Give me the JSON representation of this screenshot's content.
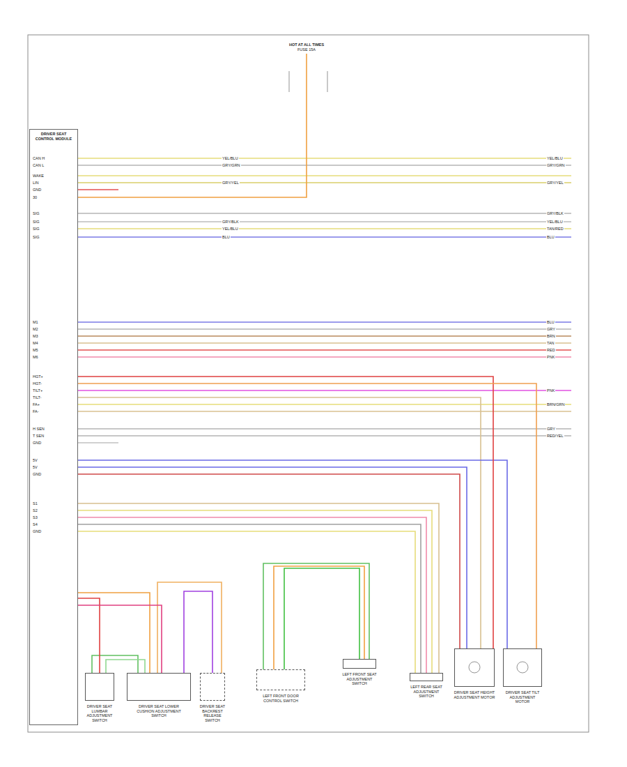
{
  "diagram": {
    "nodes": [
      {
        "text": [
          "HOT AT ALL TIMES",
          "FUSE 15A"
        ]
      },
      {
        "text": [
          "DRIVER SEAT CONTROL MODULE"
        ]
      },
      {
        "text": [
          "DRIVER SEAT LUMBAR ADJUSTMENT SWITCH"
        ]
      },
      {
        "text": [
          "DRIVER SEAT LOWER CUSHION ADJUSTMENT SWITCH"
        ]
      },
      {
        "text": [
          "DRIVER SEAT BACKREST RELEASE SWITCH"
        ]
      },
      {
        "text": [
          "LEFT FRONT DOOR CONTROL SWITCH"
        ]
      },
      {
        "text": [
          "LEFT FRONT SEAT ADJUSTMENT SWITCH"
        ]
      },
      {
        "text": [
          "LEFT REAR SEAT ADJUSTMENT SWITCH"
        ]
      },
      {
        "text": [
          "DRIVER SEAT HEIGHT ADJUSTMENT MOTOR"
        ]
      },
      {
        "text": [
          "DRIVER SEAT TILT ADJUSTMENT MOTOR"
        ]
      }
    ],
    "edges": [
      {
        "from": 0,
        "to": 1,
        "arrow": "none"
      },
      {
        "from": 1,
        "to": 2,
        "arrow": "none"
      },
      {
        "from": 1,
        "to": 3,
        "arrow": "none"
      },
      {
        "from": 3,
        "to": 4,
        "arrow": "none"
      },
      {
        "from": 5,
        "to": 6,
        "arrow": "none"
      },
      {
        "from": 1,
        "to": 7,
        "arrow": "none"
      },
      {
        "from": 1,
        "to": 8,
        "arrow": "none"
      },
      {
        "from": 1,
        "to": 9,
        "arrow": "none"
      }
    ],
    "labels": [
      "CAN H",
      "CAN L",
      "WAKE",
      "LIN",
      "GND",
      "30",
      "SIG",
      "SIG",
      "SIG",
      "SIG",
      "M1",
      "M2",
      "M3",
      "M4",
      "M5",
      "M6",
      "HGT+",
      "HGT-",
      "TILT+",
      "TILT-",
      "FA+",
      "FA-",
      "H SEN",
      "T SEN",
      "GND",
      "5V",
      "5V",
      "GND",
      "S1",
      "S2",
      "S3",
      "S4",
      "GND",
      "YEL/BLU",
      "GRY/GRN",
      "GRY/YEL",
      "GRY/BLK",
      "YEL/BLU",
      "BLU",
      "YEL/BLU",
      "GRY/GRN",
      "GRY/YEL",
      "GRY/BLK",
      "YEL/BLU",
      "TAN/RED",
      "BLU",
      "BLU",
      "GRY",
      "BRN",
      "TAN",
      "RED",
      "PNK",
      "PNK",
      "BRN/GRN",
      "GRY",
      "RED/YEL"
    ]
  }
}
